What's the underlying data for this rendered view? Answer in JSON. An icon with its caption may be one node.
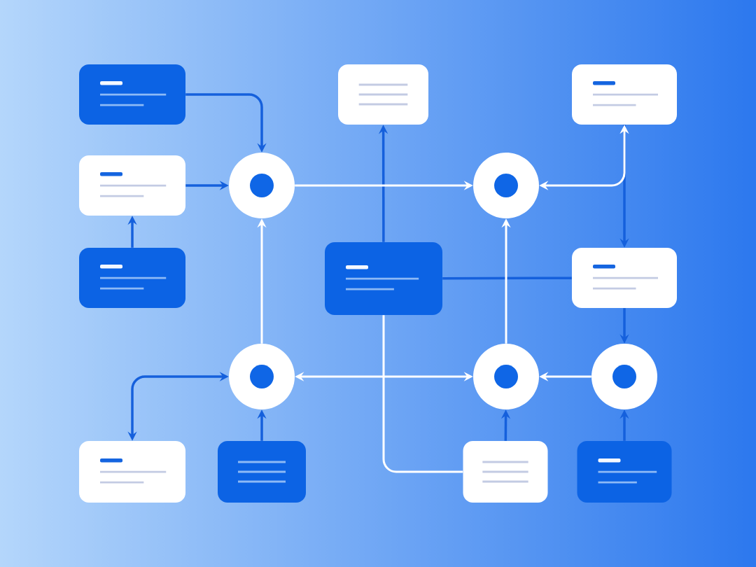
{
  "diagram": {
    "nodes": [
      {
        "text": [],
        "shape": "box"
      },
      {
        "text": [],
        "shape": "box"
      },
      {
        "text": [],
        "shape": "box"
      },
      {
        "text": [],
        "shape": "box"
      },
      {
        "text": [],
        "shape": "circle"
      },
      {
        "text": [],
        "shape": "circle"
      },
      {
        "text": [],
        "shape": "box"
      },
      {
        "text": [],
        "shape": "box"
      },
      {
        "text": [],
        "shape": "box"
      },
      {
        "text": [],
        "shape": "circle"
      },
      {
        "text": [],
        "shape": "circle"
      },
      {
        "text": [],
        "shape": "circle"
      },
      {
        "text": [],
        "shape": "box"
      },
      {
        "text": [],
        "shape": "box"
      },
      {
        "text": [],
        "shape": "box"
      },
      {
        "text": [],
        "shape": "box"
      }
    ],
    "edges": [
      {
        "from": 0,
        "to": 4,
        "arrow": "to"
      },
      {
        "from": 3,
        "to": 4,
        "arrow": "to"
      },
      {
        "from": 6,
        "to": 3,
        "arrow": "to"
      },
      {
        "from": 4,
        "to": 5,
        "arrow": "to",
        "color": "#ffffff"
      },
      {
        "from": 9,
        "to": 4,
        "arrow": "to",
        "color": "#ffffff"
      },
      {
        "from": 7,
        "to": 1,
        "arrow": "to"
      },
      {
        "from": 7,
        "to": 8,
        "arrow": "none"
      },
      {
        "from": 5,
        "to": 2,
        "arrow": "both",
        "color": "#ffffff"
      },
      {
        "from": 2,
        "to": 8,
        "arrow": "to"
      },
      {
        "from": 8,
        "to": 11,
        "arrow": "to"
      },
      {
        "from": 9,
        "to": 10,
        "arrow": "both",
        "color": "#ffffff"
      },
      {
        "from": 11,
        "to": 10,
        "arrow": "to",
        "color": "#ffffff"
      },
      {
        "from": 10,
        "to": 5,
        "arrow": "to",
        "color": "#ffffff"
      },
      {
        "from": 7,
        "to": 14,
        "arrow": "none",
        "color": "#ffffff"
      },
      {
        "from": 9,
        "to": 12,
        "arrow": "both"
      },
      {
        "from": 13,
        "to": 9,
        "arrow": "to"
      },
      {
        "from": 14,
        "to": 10,
        "arrow": "to"
      },
      {
        "from": 15,
        "to": 11,
        "arrow": "to"
      }
    ]
  }
}
